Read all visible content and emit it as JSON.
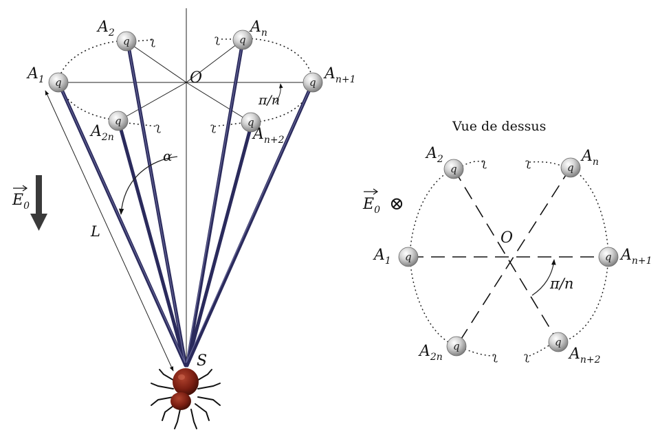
{
  "figure": {
    "view_title": "Vue de dessus",
    "charge_label": "q",
    "center_label": "O",
    "apex_label": "S",
    "length_label": "L",
    "angle_alpha_label": "α",
    "angle_pi_n_label": "π/n",
    "field_label": "E",
    "field_subscript": "0",
    "field_into_page_symbol": "⊗",
    "tilde_mark": "ʅ",
    "labels": {
      "A1": {
        "main": "A",
        "sub": "1"
      },
      "A2": {
        "main": "A",
        "sub": "2"
      },
      "An": {
        "main": "A",
        "sub": "n"
      },
      "An1": {
        "main": "A",
        "sub": "n+1"
      },
      "An2": {
        "main": "A",
        "sub": "n+2"
      },
      "A2n": {
        "main": "A",
        "sub": "2n"
      }
    },
    "colors": {
      "wire": "#2a2a5c",
      "sphere_light": "#f2f2f2",
      "sphere_dark": "#8a8a8a",
      "spider_body": "#7a1e12",
      "field_arrow": "#3a3a3a"
    }
  }
}
